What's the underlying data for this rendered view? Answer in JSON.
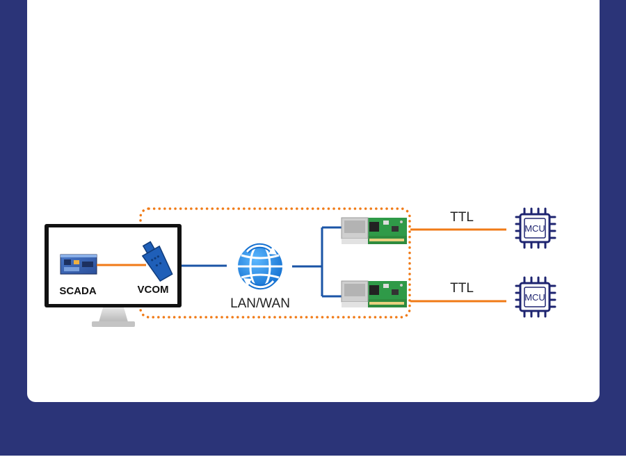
{
  "labels": {
    "scada": "SCADA",
    "vcom": "VCOM",
    "network": "LAN/WAN",
    "ttl_top": "TTL",
    "ttl_bottom": "TTL",
    "mcu_top": "MCU",
    "mcu_bottom": "MCU"
  },
  "colors": {
    "background": "#2b3478",
    "card": "#ffffff",
    "blue_line": "#1a54a6",
    "orange": "#f07a16",
    "mcu_chip": "#1e2470",
    "globe": "#1e86e0"
  },
  "icons": [
    "monitor",
    "scada-screen",
    "serial-connector",
    "globe-network",
    "ethernet-module",
    "mcu-chip"
  ]
}
